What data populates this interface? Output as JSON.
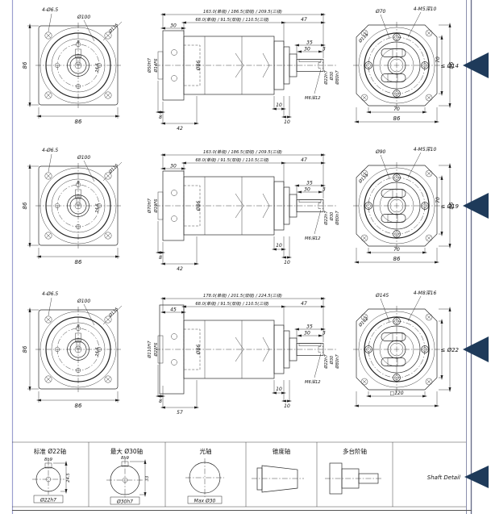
{
  "page": {
    "background": "#ffffff",
    "line_color": "#2a2a2a",
    "accent_navy": "#1e3a5a",
    "border_color": "#9b9fd0"
  },
  "rows": [
    {
      "front": {
        "holes": "4-Ø6.5",
        "body": "Ø100",
        "side": "86",
        "bottom": "86",
        "key_h": "24.5",
        "key_w": "8",
        "corner": "Ø115"
      },
      "section": {
        "total": "163.0(单级) / 186.5(双级) / 209.5(三级)",
        "mid": "68.0(单级) / 91.5(双级) / 110.5(三级)",
        "out": "47",
        "flange": "30",
        "pilot_len": "8",
        "front_len": "42",
        "body": "Ø86",
        "pilot": "Ø50H7",
        "bore": "Ø14F6",
        "shaft_len": "35",
        "key_len": "30",
        "key_off": "3",
        "shaft": "Ø22h7",
        "step": "Ø30",
        "boss": "Ø80h7",
        "tap": "M6深12",
        "d1": "10",
        "d2": "10"
      },
      "rear": {
        "bolt_circle": "Ø70",
        "taps": "4-M5深10",
        "corner": "Ø115",
        "right_outer": "86",
        "right_inner": "70",
        "bottom_inner": "70",
        "bottom_outer": "86"
      },
      "bookmark": "≤ Ø14"
    },
    {
      "front": {
        "holes": "4-Ø6.5",
        "body": "Ø100",
        "side": "86",
        "bottom": "86",
        "key_h": "24.5",
        "key_w": "8",
        "corner": "Ø115"
      },
      "section": {
        "total": "163.0(单级) / 186.5(双级) / 209.5(三级)",
        "mid": "68.0(单级) / 91.5(双级) / 110.5(三级)",
        "out": "47",
        "flange": "30",
        "pilot_len": "8",
        "front_len": "42",
        "body": "Ø86",
        "pilot": "Ø70H7",
        "bore": "Ø19F6",
        "shaft_len": "35",
        "key_len": "30",
        "key_off": "3",
        "shaft": "Ø22h7",
        "step": "Ø30",
        "boss": "Ø80h7",
        "tap": "M6深12",
        "d1": "10",
        "d2": "10"
      },
      "rear": {
        "bolt_circle": "Ø90",
        "taps": "4-M5深10",
        "corner": "Ø115",
        "right_outer": "86",
        "right_inner": "70",
        "bottom_inner": "70",
        "bottom_outer": "86"
      },
      "bookmark": "≤ Ø19"
    },
    {
      "front": {
        "holes": "4-Ø6.5",
        "body": "Ø100",
        "side": "86",
        "bottom": "86",
        "key_h": "24.5",
        "key_w": "8",
        "corner": "Ø115"
      },
      "section": {
        "total": "178.0(单级) / 201.5(双级) / 224.5(三级)",
        "mid": "68.0(单级) / 91.5(双级) / 110.5(三级)",
        "out": "47",
        "flange": "45",
        "pilot_len": "8",
        "front_len": "57",
        "body": "Ø86",
        "pilot": "Ø110H7",
        "bore": "Ø22F6",
        "shaft_len": "35",
        "key_len": "30",
        "key_off": "3",
        "shaft": "Ø22h7",
        "step": "Ø30",
        "boss": "Ø80h7",
        "tap": "M6深12",
        "d1": "10",
        "d2": "10"
      },
      "rear": {
        "bolt_circle": "Ø145",
        "taps": "4-M8深16",
        "corner": "Ø162",
        "right_outer": "",
        "right_inner": "",
        "bottom_inner": "□120",
        "bottom_outer": ""
      },
      "bookmark": "≤ Ø22"
    }
  ],
  "shaft_table": {
    "cells": [
      {
        "title": "标准 Ø22轴",
        "key": "8h9",
        "height": "24.5",
        "dia": "Ø22h7"
      },
      {
        "title": "最大 Ø30轴",
        "key": "8h9",
        "height": "33",
        "dia": "Ø30h7"
      },
      {
        "title": "光轴",
        "note": "Max Ø30"
      },
      {
        "title": "锥度轴"
      },
      {
        "title": "多台阶轴"
      }
    ],
    "bookmark": "Shaft Detail"
  }
}
